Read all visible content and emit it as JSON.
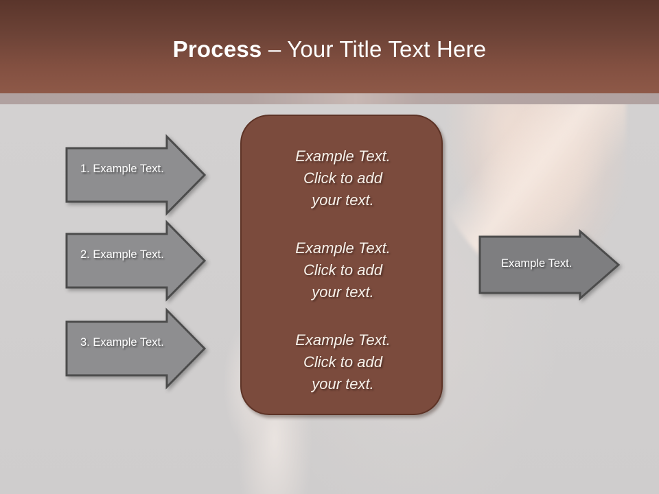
{
  "slide": {
    "title_strong": "Process",
    "title_rest": " – Your Title Text Here",
    "colors": {
      "header_top": "#5a352b",
      "header_bottom": "#8e5948",
      "header_stripe": "#b0a1a0",
      "background": "#d2d0d0",
      "panel_fill": "#7b4b3d",
      "panel_border": "#5d3326",
      "arrow_left_fill": "#8e8e90",
      "arrow_right_fill": "#7e7e80",
      "arrow_border": "#4c4c4c",
      "text_on_arrow": "#ffffff",
      "text_on_panel": "#f7f1ea"
    }
  },
  "left_arrows": [
    {
      "label": "1. Example Text."
    },
    {
      "label": "2. Example Text."
    },
    {
      "label": "3. Example Text."
    }
  ],
  "center_panel": {
    "blocks": [
      {
        "text": "Example Text.\nClick  to add\nyour text."
      },
      {
        "text": "Example Text.\nClick  to add\nyour text."
      },
      {
        "text": "Example Text.\nClick  to add\nyour text."
      }
    ]
  },
  "right_arrow": {
    "label": "Example Text."
  }
}
